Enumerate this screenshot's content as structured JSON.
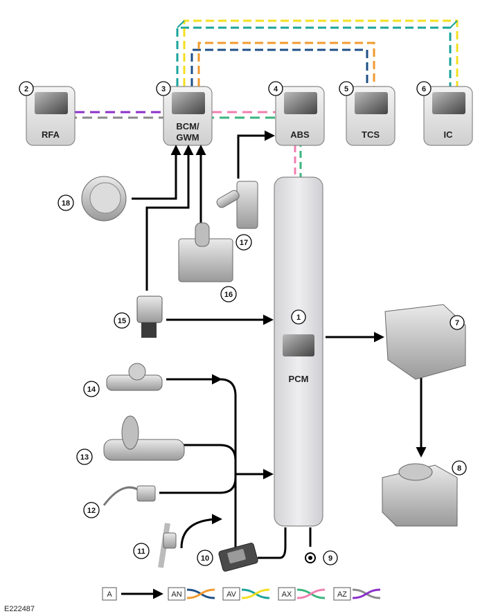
{
  "figure_id": "E222487",
  "modules": {
    "rfa": {
      "number": "2",
      "label": "RFA"
    },
    "bcm": {
      "number": "3",
      "label_line1": "BCM/",
      "label_line2": "GWM"
    },
    "abs": {
      "number": "4",
      "label": "ABS"
    },
    "tcs": {
      "number": "5",
      "label": "TCS"
    },
    "ic": {
      "number": "6",
      "label": "IC"
    },
    "pcm": {
      "number": "1",
      "label": "PCM"
    }
  },
  "components": {
    "c7": "7",
    "c8": "8",
    "c9": "9",
    "c10": "10",
    "c11": "11",
    "c12": "12",
    "c13": "13",
    "c14": "14",
    "c15": "15",
    "c16": "16",
    "c17": "17",
    "c18": "18"
  },
  "legend": {
    "a": "A",
    "an": "AN",
    "av": "AV",
    "ax": "AX",
    "az": "AZ"
  },
  "colors": {
    "teal": "#1aa39a",
    "yellow": "#f3df1f",
    "orange": "#f29a2e",
    "navy": "#1e4f86",
    "pink": "#f07fb0",
    "green": "#3ab57c",
    "purple": "#8b2fc9",
    "grey": "#8a8a8a",
    "arrow": "#000000"
  }
}
